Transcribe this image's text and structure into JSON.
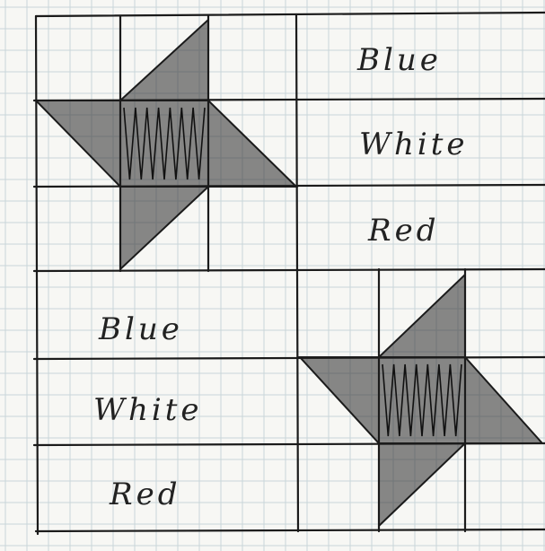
{
  "upper_labels": [
    "Blue",
    "White",
    "Red"
  ],
  "lower_labels": [
    "Blue",
    "White",
    "Red"
  ]
}
